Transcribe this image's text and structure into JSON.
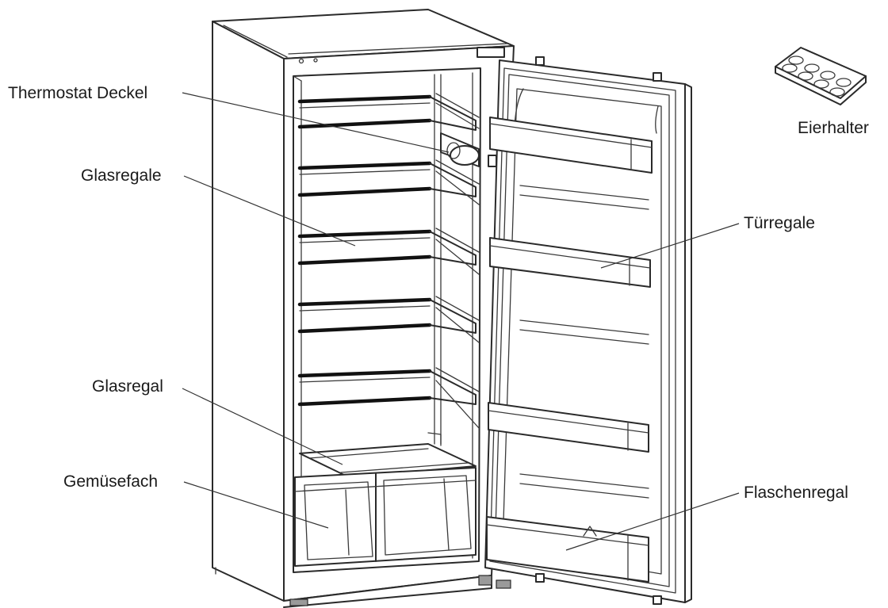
{
  "labels": {
    "thermostat": "Thermostat Deckel",
    "glasregale": "Glasregale",
    "glasregal": "Glasregal",
    "gemuesefach": "Gemüsefach",
    "eierhalter": "Eierhalter",
    "tuerregale": "Türregale",
    "flaschenregal": "Flaschenregal"
  }
}
